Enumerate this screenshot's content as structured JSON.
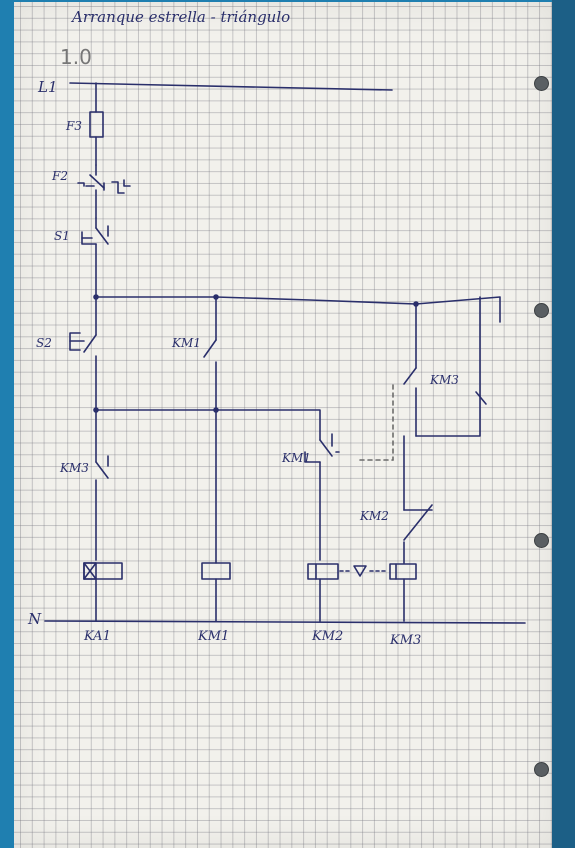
{
  "title": "Arranque estrella - triángulo",
  "sheet_number": "1.0",
  "rails": {
    "top": "L1",
    "bottom": "N"
  },
  "components": {
    "f3": "F3",
    "f2": "F2",
    "s1": "S1",
    "s2": "S2",
    "km1_contact": "KM1",
    "km3_contact_nc": "KM3",
    "km1_contact_nc": "KM1",
    "km3_contact_self": "KM3",
    "km2_contact": "KM2"
  },
  "coils": [
    "KA1",
    "KM1",
    "KM2",
    "KM3"
  ],
  "colors": {
    "ink": "#2a2f6b",
    "pencil": "#6b6b6b",
    "paper": "#f2f1ec",
    "binder": "#1f7fb0"
  }
}
